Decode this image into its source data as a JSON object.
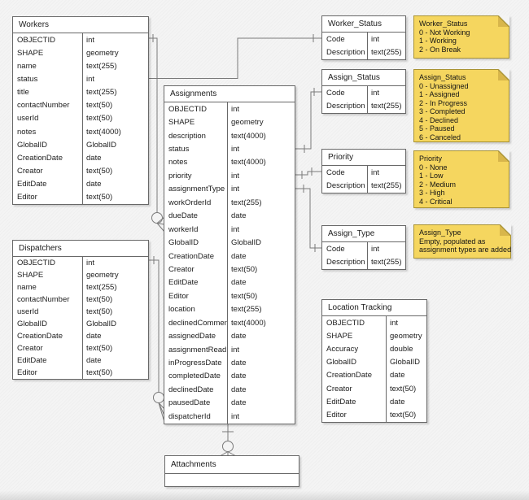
{
  "diagram": {
    "entities": [
      {
        "id": "workers",
        "title": "Workers",
        "fields": [
          {
            "name": "OBJECTID",
            "type": "int"
          },
          {
            "name": "SHAPE",
            "type": "geometry"
          },
          {
            "name": "name",
            "type": "text(255)"
          },
          {
            "name": "status",
            "type": "int"
          },
          {
            "name": "title",
            "type": "text(255)"
          },
          {
            "name": "contactNumber",
            "type": "text(50)"
          },
          {
            "name": "userId",
            "type": "text(50)"
          },
          {
            "name": "notes",
            "type": "text(4000)"
          },
          {
            "name": "GlobalID",
            "type": "GlobalID"
          },
          {
            "name": "CreationDate",
            "type": "date"
          },
          {
            "name": "Creator",
            "type": "text(50)"
          },
          {
            "name": "EditDate",
            "type": "date"
          },
          {
            "name": "Editor",
            "type": "text(50)"
          }
        ]
      },
      {
        "id": "dispatchers",
        "title": "Dispatchers",
        "fields": [
          {
            "name": "OBJECTID",
            "type": "int"
          },
          {
            "name": "SHAPE",
            "type": "geometry"
          },
          {
            "name": "name",
            "type": "text(255)"
          },
          {
            "name": "contactNumber",
            "type": "text(50)"
          },
          {
            "name": "userId",
            "type": "text(50)"
          },
          {
            "name": "GlobalID",
            "type": "GlobalID"
          },
          {
            "name": "CreationDate",
            "type": "date"
          },
          {
            "name": "Creator",
            "type": "text(50)"
          },
          {
            "name": "EditDate",
            "type": "date"
          },
          {
            "name": "Editor",
            "type": "text(50)"
          }
        ]
      },
      {
        "id": "assignments",
        "title": "Assignments",
        "fields": [
          {
            "name": "OBJECTID",
            "type": "int"
          },
          {
            "name": "SHAPE",
            "type": "geometry"
          },
          {
            "name": "description",
            "type": "text(4000)"
          },
          {
            "name": "status",
            "type": "int"
          },
          {
            "name": "notes",
            "type": "text(4000)"
          },
          {
            "name": "priority",
            "type": "int"
          },
          {
            "name": "assignmentType",
            "type": "int"
          },
          {
            "name": "workOrderId",
            "type": "text(255)"
          },
          {
            "name": "dueDate",
            "type": "date"
          },
          {
            "name": "workerId",
            "type": "int"
          },
          {
            "name": "GlobalID",
            "type": "GlobalID"
          },
          {
            "name": "CreationDate",
            "type": "date"
          },
          {
            "name": "Creator",
            "type": "text(50)"
          },
          {
            "name": "EditDate",
            "type": "date"
          },
          {
            "name": "Editor",
            "type": "text(50)"
          },
          {
            "name": "location",
            "type": "text(255)"
          },
          {
            "name": "declinedComment",
            "type": "text(4000)"
          },
          {
            "name": "assignedDate",
            "type": "date"
          },
          {
            "name": "assignmentRead",
            "type": "int"
          },
          {
            "name": "inProgressDate",
            "type": "date"
          },
          {
            "name": "completedDate",
            "type": "date"
          },
          {
            "name": "declinedDate",
            "type": "date"
          },
          {
            "name": "pausedDate",
            "type": "date"
          },
          {
            "name": "dispatcherId",
            "type": "int"
          }
        ]
      },
      {
        "id": "worker_status",
        "title": "Worker_Status",
        "fields": [
          {
            "name": "Code",
            "type": "int"
          },
          {
            "name": "Description",
            "type": "text(255)"
          }
        ]
      },
      {
        "id": "assign_status",
        "title": "Assign_Status",
        "fields": [
          {
            "name": "Code",
            "type": "int"
          },
          {
            "name": "Description",
            "type": "text(255)"
          }
        ]
      },
      {
        "id": "priority",
        "title": "Priority",
        "fields": [
          {
            "name": "Code",
            "type": "int"
          },
          {
            "name": "Description",
            "type": "text(255)"
          }
        ]
      },
      {
        "id": "assign_type",
        "title": "Assign_Type",
        "fields": [
          {
            "name": "Code",
            "type": "int"
          },
          {
            "name": "Description",
            "type": "text(255)"
          }
        ]
      },
      {
        "id": "location_tracking",
        "title": "Location Tracking",
        "fields": [
          {
            "name": "OBJECTID",
            "type": "int"
          },
          {
            "name": "SHAPE",
            "type": "geometry"
          },
          {
            "name": "Accuracy",
            "type": "double"
          },
          {
            "name": "GlobalID",
            "type": "GlobalID"
          },
          {
            "name": "CreationDate",
            "type": "date"
          },
          {
            "name": "Creator",
            "type": "text(50)"
          },
          {
            "name": "EditDate",
            "type": "date"
          },
          {
            "name": "Editor",
            "type": "text(50)"
          }
        ]
      },
      {
        "id": "attachments",
        "title": "Attachments",
        "fields": []
      }
    ],
    "notes": [
      {
        "id": "note_worker_status",
        "title": "Worker_Status",
        "lines": [
          "0 - Not Working",
          "1 - Working",
          "2 - On Break"
        ]
      },
      {
        "id": "note_assign_status",
        "title": "Assign_Status",
        "lines": [
          "0 - Unassigned",
          "1 - Assigned",
          "2 - In Progress",
          "3 - Completed",
          "4 - Declined",
          "5 - Paused",
          "6 - Canceled"
        ]
      },
      {
        "id": "note_priority",
        "title": "Priority",
        "lines": [
          "0 - None",
          "1 - Low",
          "2 - Medium",
          "3 - High",
          "4 - Critical"
        ]
      },
      {
        "id": "note_assign_type",
        "title": "Assign_Type",
        "lines": [
          "Empty, populated as",
          "assignment types are added"
        ]
      }
    ],
    "relationships": [
      {
        "id": "workers_workerstatus",
        "from": "Workers.status",
        "to": "Worker_Status.Code",
        "cardinality": "one"
      },
      {
        "id": "workers_assignments",
        "from": "Workers.OBJECTID",
        "to": "Assignments.workerId",
        "cardinality": "one-to-zero-or-many"
      },
      {
        "id": "dispatchers_assignments",
        "from": "Dispatchers.OBJECTID",
        "to": "Assignments.dispatcherId",
        "cardinality": "one-to-zero-or-many"
      },
      {
        "id": "assignments_assignstatus",
        "from": "Assignments.status",
        "to": "Assign_Status.Code",
        "cardinality": "one-to-one"
      },
      {
        "id": "assignments_priority",
        "from": "Assignments.priority",
        "to": "Priority.Code",
        "cardinality": "one-to-one"
      },
      {
        "id": "assignments_assigntype",
        "from": "Assignments.assignmentType",
        "to": "Assign_Type.Code",
        "cardinality": "one-to-one"
      },
      {
        "id": "assignments_attachments",
        "from": "Assignments",
        "to": "Attachments",
        "cardinality": "one-to-zero-or-many"
      }
    ],
    "colors": {
      "background": "#F4F4F4",
      "table_fill": "#FFFFFF",
      "table_border": "#686868",
      "connector": "#7A7A7A",
      "note_fill": "#F5D65F",
      "note_fold": "#D8B64B",
      "note_border": "#A99334",
      "text": "#1A1A1A"
    }
  }
}
